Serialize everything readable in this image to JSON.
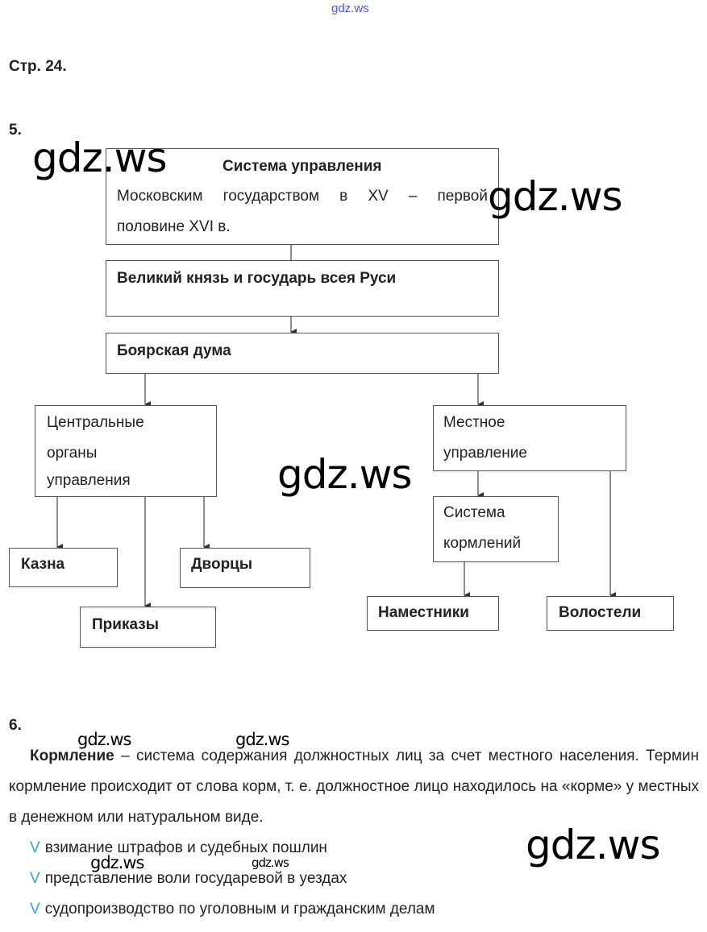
{
  "watermark": "gdz.ws",
  "page_label": "Стр. 24.",
  "task5": {
    "number": "5.",
    "title_bold": "Система управления",
    "title_line1": "Московским государством в XV – первой",
    "title_line2": "половине XVI в.",
    "grand_prince": "Великий князь и государь всея Руси",
    "boyar_duma": "Боярская дума",
    "central": [
      "Центральные",
      "органы",
      "управления"
    ],
    "local": [
      "Местное",
      "управление"
    ],
    "feeding": [
      "Система",
      "кормлений"
    ],
    "kazna": "Казна",
    "prikazy": "Приказы",
    "dvortsy": "Дворцы",
    "namestniki": "Наместники",
    "volosteli": "Волостели"
  },
  "task6": {
    "number": "6.",
    "term": "Кормление",
    "definition": " – система содержания должностных лиц за счет местного населения. Термин кормление происходит от слова корм, т. е. должностное лицо находилось на «корме» у местных в денежном или натуральном виде.",
    "check_mark": "V",
    "items": [
      "взимание штрафов и судебных пошлин",
      "представление воли государевой в уездах",
      "судопроизводство по уголовным и гражданским делам"
    ]
  }
}
